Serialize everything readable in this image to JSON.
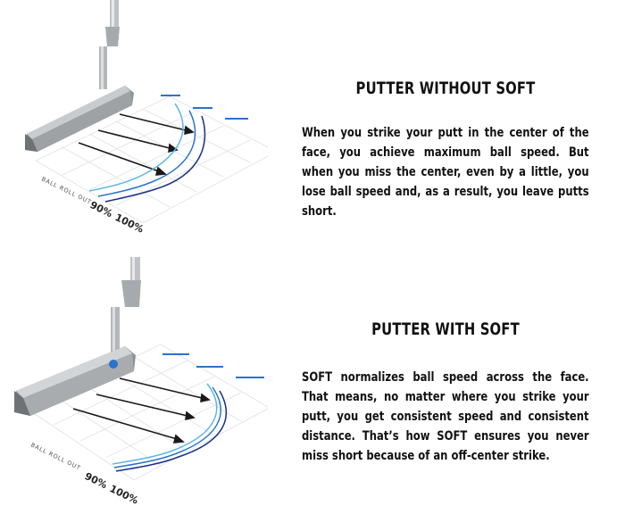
{
  "without": {
    "heading": "PUTTER WITHOUT SOFT",
    "body": "When you strike your putt in the center of the face, you achieve maximum ball speed. But when you miss the center, even by a little, you lose ball speed and, as a result, you leave putts short.",
    "diagram": {
      "roll_label": "BALL ROLL OUT",
      "pct_90": "90%",
      "pct_100": "100%"
    }
  },
  "with": {
    "heading": "PUTTER WITH SOFT",
    "body": "SOFT normalizes ball speed across the face. That means, no matter where you strike your putt, you get consistent speed and consistent distance. That’s how SOFT ensures you never miss short because of an off-center strike.",
    "diagram": {
      "roll_label": "BALL ROLL OUT",
      "pct_90": "90%",
      "pct_100": "100%"
    }
  },
  "colors": {
    "curve_light": "#5fb4e8",
    "curve_mid": "#2a74c9",
    "curve_dark": "#1c2f86",
    "grid": "#dde1e6",
    "putter_metal": "#b9bcbf"
  }
}
